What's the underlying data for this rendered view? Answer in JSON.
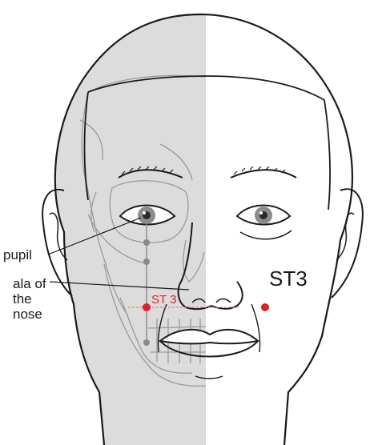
{
  "labels": {
    "pupil": "pupil",
    "ala_line1": "ala of",
    "ala_line2": "the",
    "ala_line3": "nose",
    "point_inline": "ST 3",
    "point_big": "ST3"
  },
  "colors": {
    "outline": "#1a1a1a",
    "skull_panel": "#dcdcdc",
    "skull_line": "#9a9a9a",
    "point_red": "#e0202a",
    "guide_dot": "#8a8a8a",
    "iris": "#8c8c8c",
    "guide_dash": "#d08080"
  },
  "icons": {
    "acupoint_left": "red-dot-icon",
    "acupoint_right": "red-dot-icon"
  }
}
